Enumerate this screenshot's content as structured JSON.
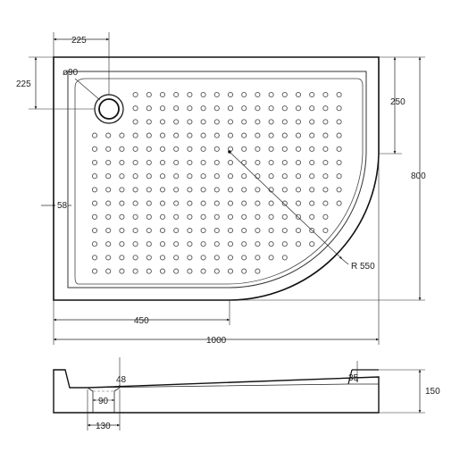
{
  "top_view": {
    "dim_drain_offset_x": "225",
    "dim_drain_offset_y": "225",
    "dim_drain_diameter": "ø90",
    "dim_side_rim": "58",
    "dim_corner_straight": "250",
    "dim_depth_total": "800",
    "dim_straight_front": "450",
    "dim_width_total": "1000",
    "dim_radius": "R 550"
  },
  "side_view": {
    "dim_rim_left": "48",
    "dim_rim_right": "35",
    "dim_drain_hole": "90",
    "dim_drain_section": "130",
    "dim_height": "150"
  },
  "colors": {
    "line": "#111111",
    "dot": "#555555",
    "text": "#222222"
  }
}
